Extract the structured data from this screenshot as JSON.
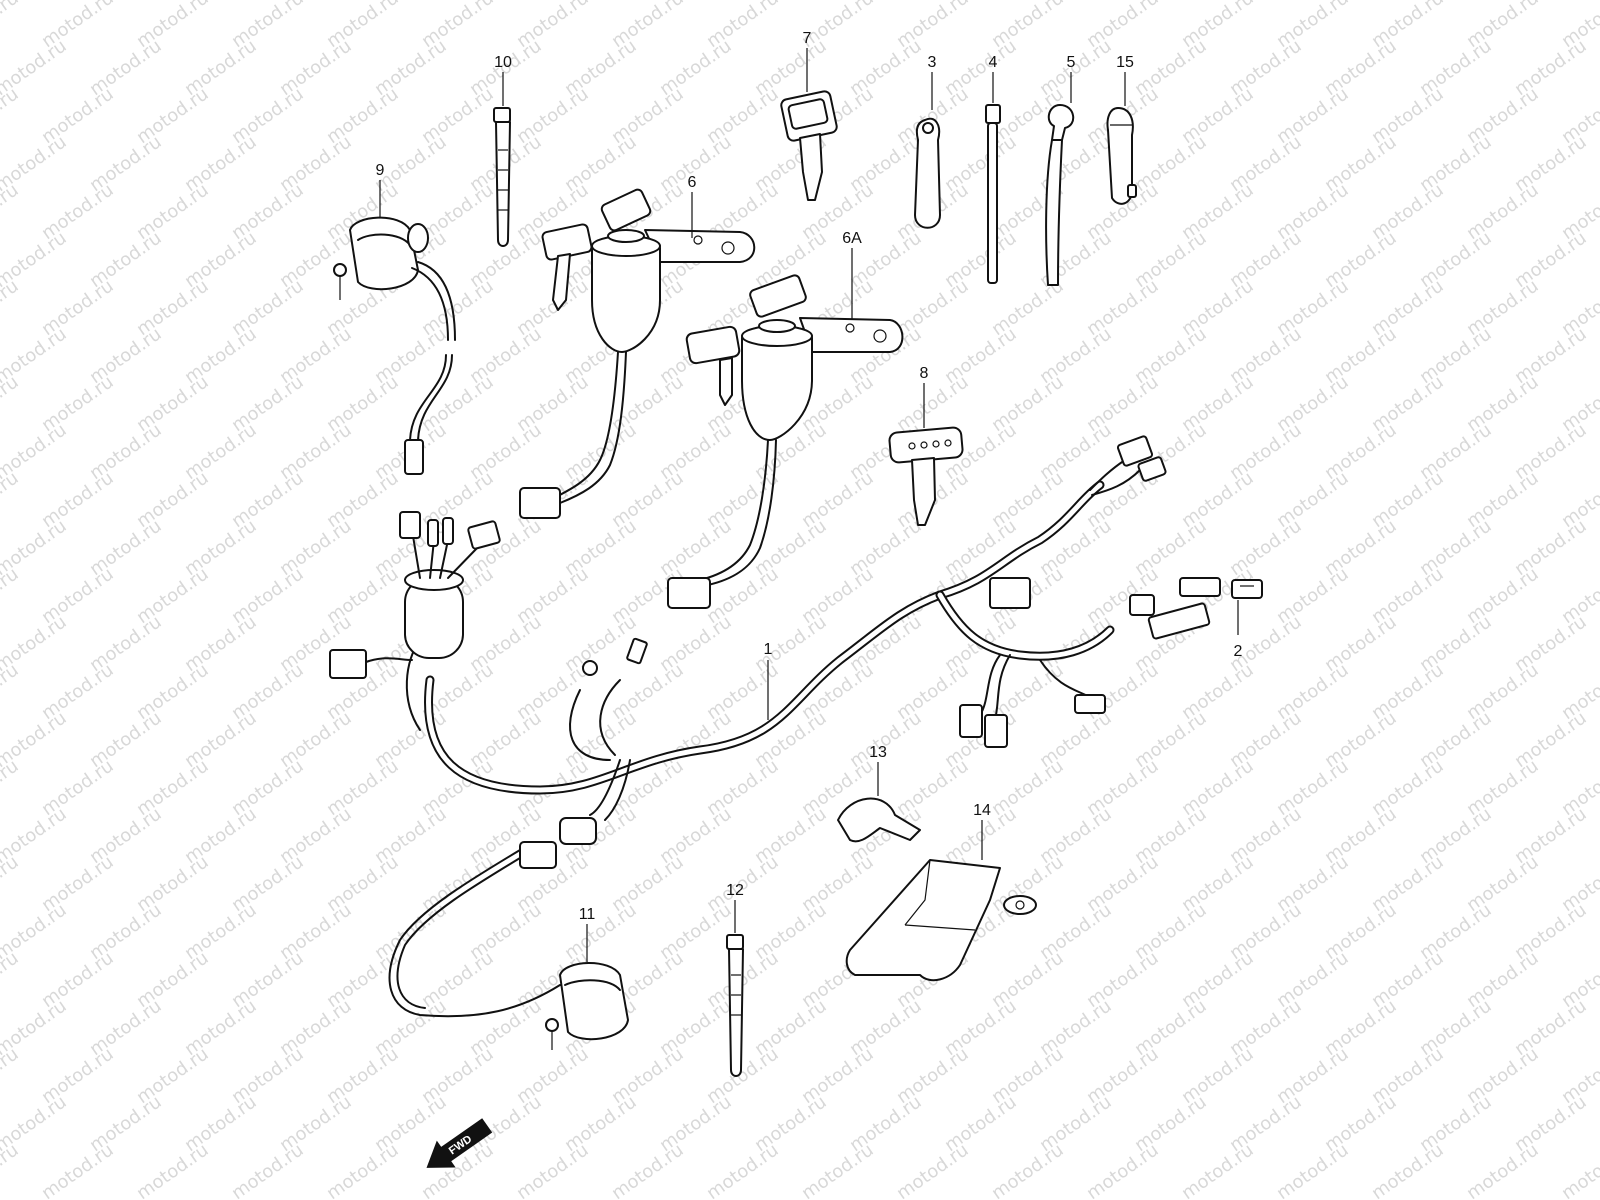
{
  "watermark": {
    "text": "motod.ru"
  },
  "callouts": {
    "p1": "1",
    "p2": "2",
    "p3": "3",
    "p4": "4",
    "p5": "5",
    "p6": "6",
    "p6a": "6A",
    "p7": "7",
    "p8": "8",
    "p9": "9",
    "p10": "10",
    "p11": "11",
    "p12": "12",
    "p13": "13",
    "p14": "14",
    "p15": "15"
  },
  "direction_marker": {
    "label": "FWD"
  }
}
